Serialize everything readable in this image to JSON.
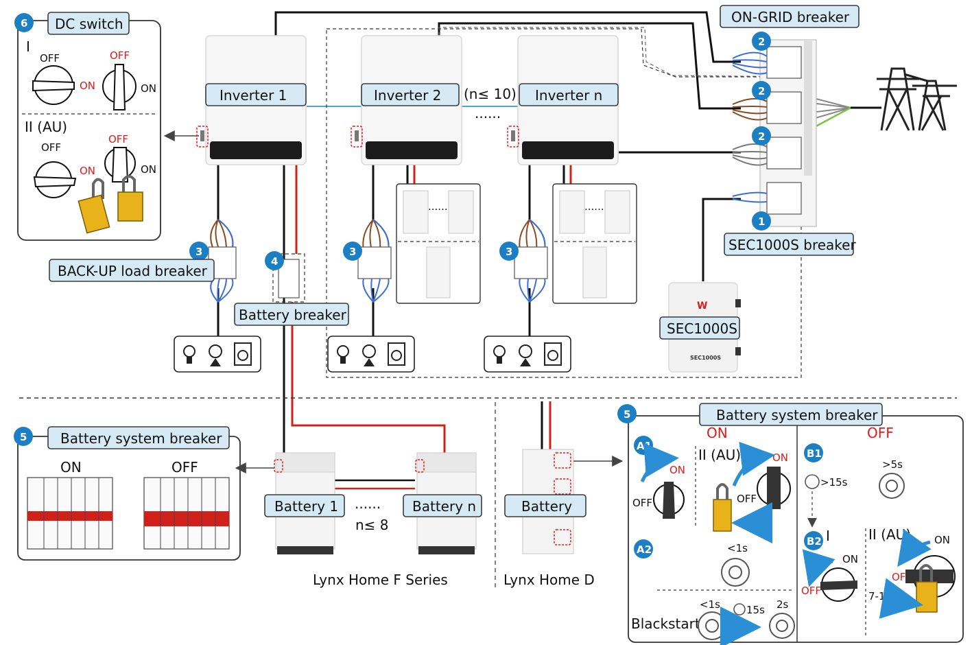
{
  "labels": {
    "dc_switch": "DC switch",
    "dc_i": "I",
    "dc_ii": "II (AU)",
    "off": "OFF",
    "on": "ON",
    "inverter_1": "Inverter 1",
    "inverter_2": "Inverter 2",
    "inverter_n": "Inverter n",
    "inverter_count": "(n≤ 10)",
    "dots": "......",
    "on_grid_breaker": "ON-GRID breaker",
    "sec_breaker": "SEC1000S breaker",
    "sec1000s": "SEC1000S",
    "sec_device_name": "SEC1000S",
    "backup_breaker": "BACK-UP load breaker",
    "battery_breaker": "Battery breaker",
    "battery_system_breaker": "Battery system breaker",
    "battery_1": "Battery 1",
    "battery_n": "Battery n",
    "battery": "Battery",
    "battery_count": "n≤ 8",
    "series_f": "Lynx Home F Series",
    "series_d": "Lynx Home D",
    "on_cap": "ON",
    "off_cap": "OFF",
    "a1": "A1",
    "a2": "A2",
    "b1": "B1",
    "b2": "B2",
    "lt1s": "<1s",
    "gt5s": ">5s",
    "gt15s": ">15s",
    "t15s": "15s",
    "t2s": "2s",
    "blackstart": "Blackstart",
    "angle": "7-13°"
  },
  "badges": {
    "b1": "1",
    "b2": "2",
    "b3": "3",
    "b4": "4",
    "b5": "5",
    "b6": "6"
  },
  "colors": {
    "accent_blue": "#1c7fc4",
    "tag_fill": "#d6eaf6",
    "warning_red": "#e01a1a",
    "lock_yellow": "#e8b31a"
  },
  "icons": [
    "lightbulb-icon",
    "fan-icon",
    "washing-machine-icon",
    "power-button-icon",
    "clock-icon",
    "transmission-tower-icon",
    "padlock-icon"
  ]
}
